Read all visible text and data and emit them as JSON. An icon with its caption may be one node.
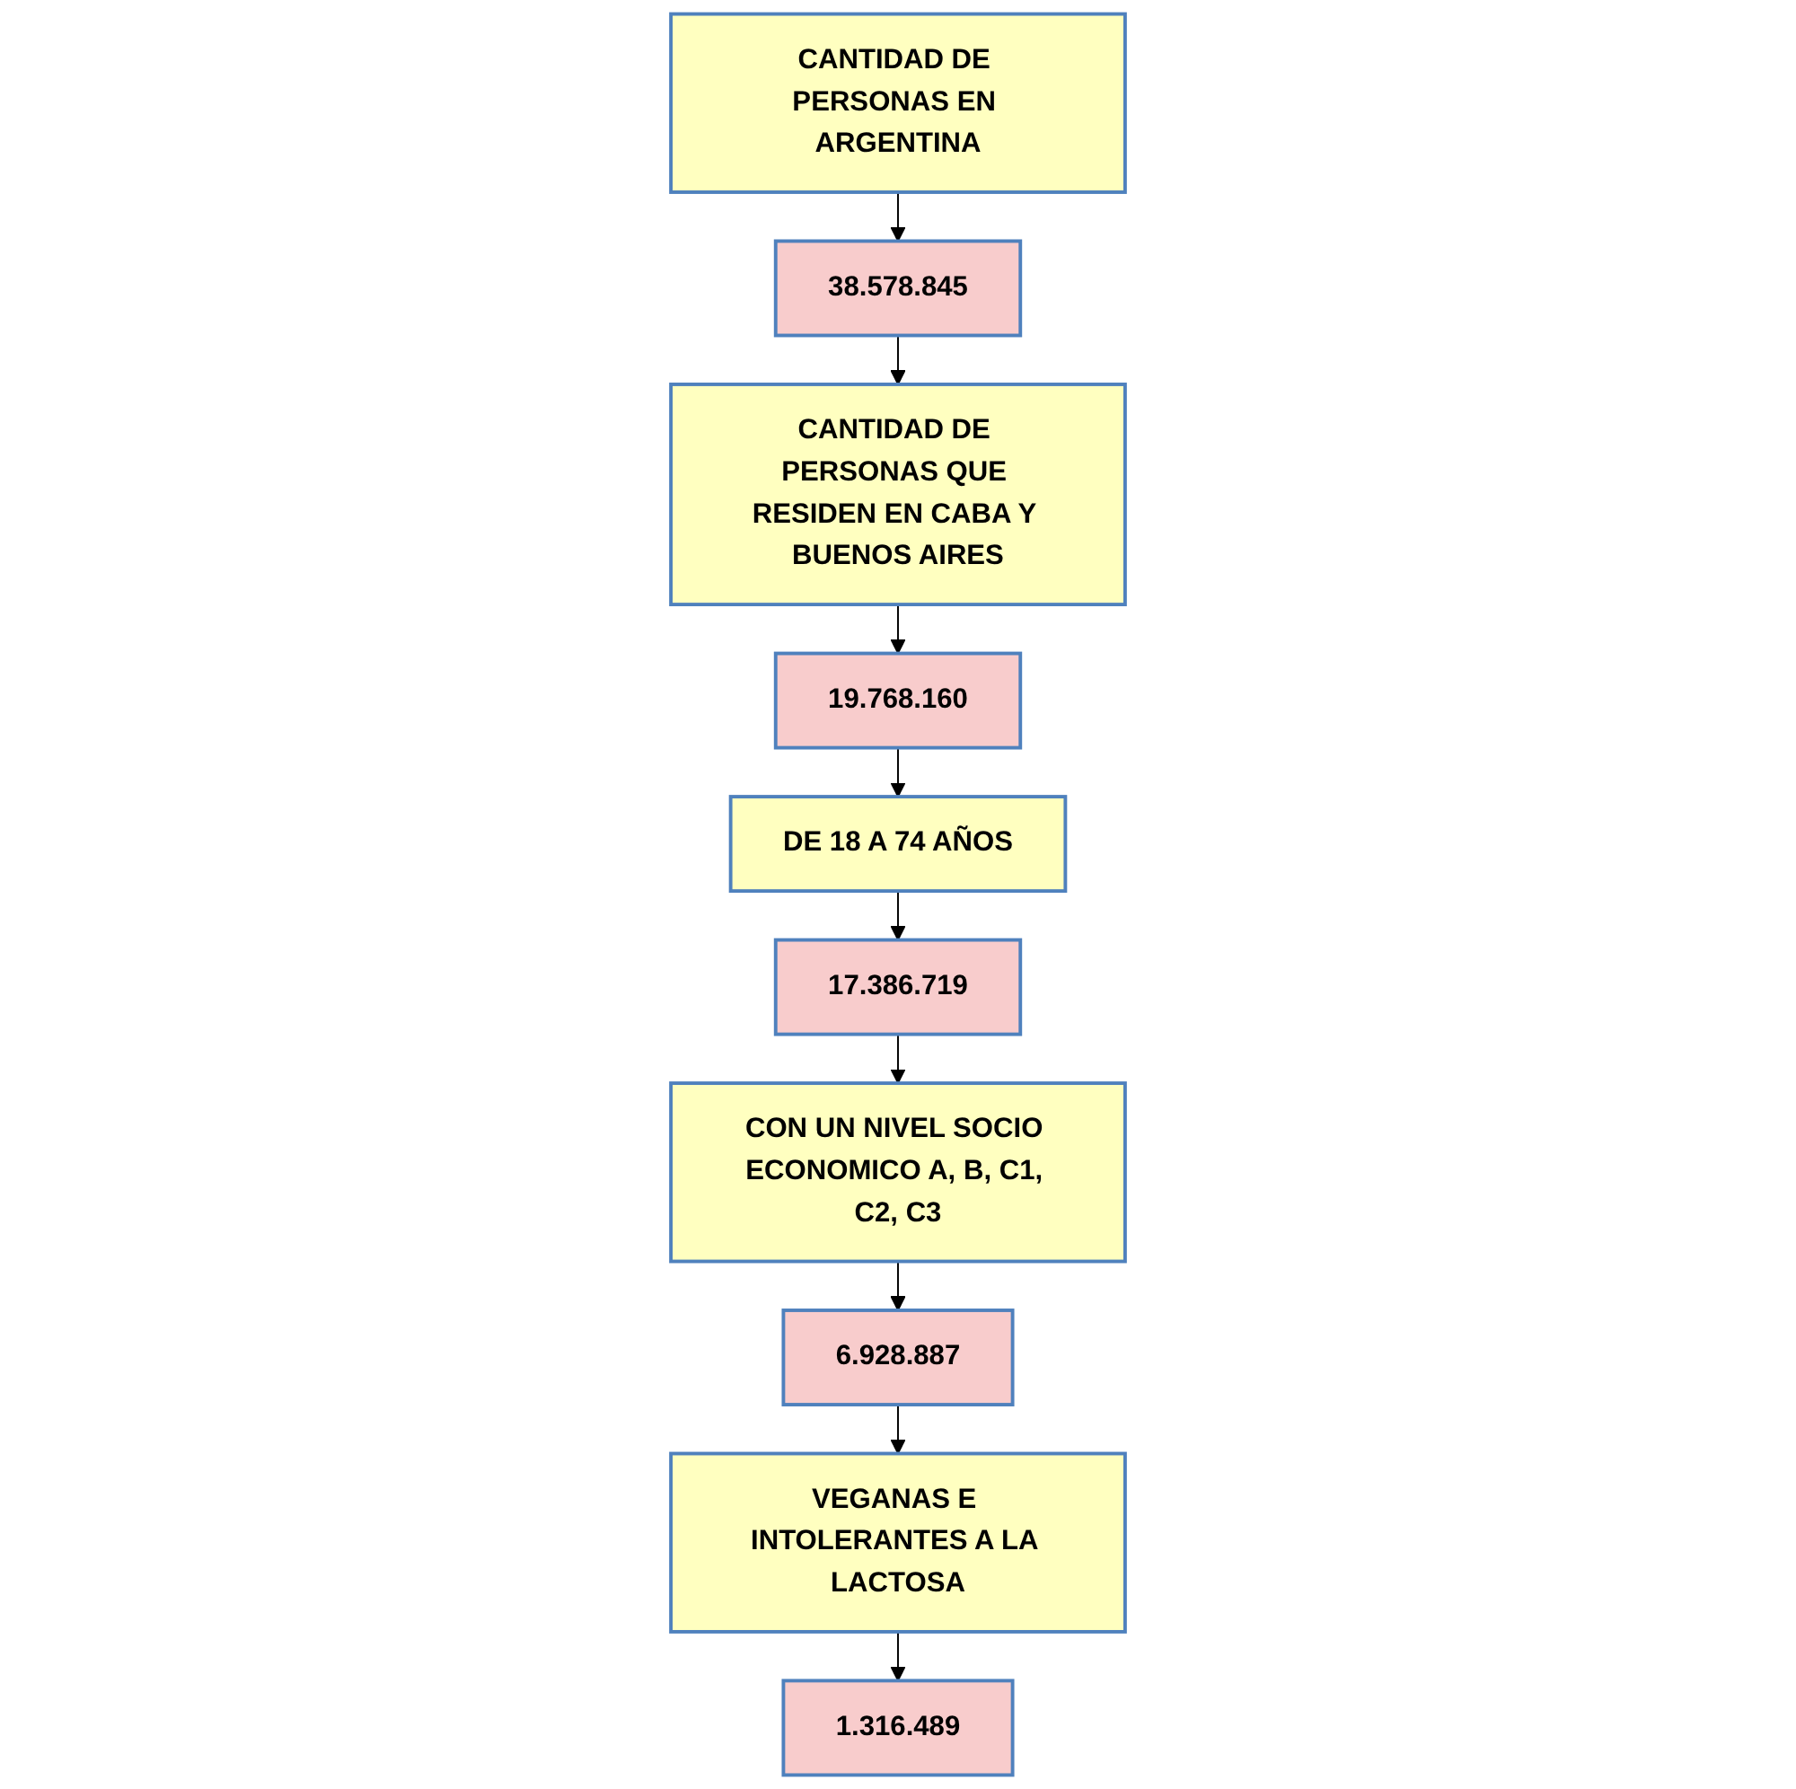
{
  "diagram": {
    "nodes": [
      {
        "text": [
          "CANTIDAD DE PERSONAS EN ARGENTINA"
        ]
      },
      {
        "text": [
          "38.578.845"
        ]
      },
      {
        "text": [
          "CANTIDAD DE PERSONAS QUE RESIDEN EN CABA Y BUENOS AIRES"
        ]
      },
      {
        "text": [
          "19.768.160"
        ]
      },
      {
        "text": [
          "DE 18 A 74 AÑOS"
        ]
      },
      {
        "text": [
          "17.386.719"
        ]
      },
      {
        "text": [
          "CON UN NIVEL SOCIO ECONOMICO A, B, C1, C2, C3"
        ]
      },
      {
        "text": [
          "6.928.887"
        ]
      },
      {
        "text": [
          "VEGANAS E INTOLERANTES A LA LACTOSA"
        ]
      },
      {
        "text": [
          "1.316.489"
        ]
      }
    ],
    "edges": [
      {
        "from": 0,
        "to": 1,
        "arrow": "to"
      },
      {
        "from": 1,
        "to": 2,
        "arrow": "to"
      },
      {
        "from": 2,
        "to": 3,
        "arrow": "to"
      },
      {
        "from": 3,
        "to": 4,
        "arrow": "to"
      },
      {
        "from": 4,
        "to": 5,
        "arrow": "to"
      },
      {
        "from": 5,
        "to": 6,
        "arrow": "to"
      },
      {
        "from": 6,
        "to": 7,
        "arrow": "to"
      },
      {
        "from": 7,
        "to": 8,
        "arrow": "to"
      },
      {
        "from": 8,
        "to": 9,
        "arrow": "to"
      }
    ]
  }
}
